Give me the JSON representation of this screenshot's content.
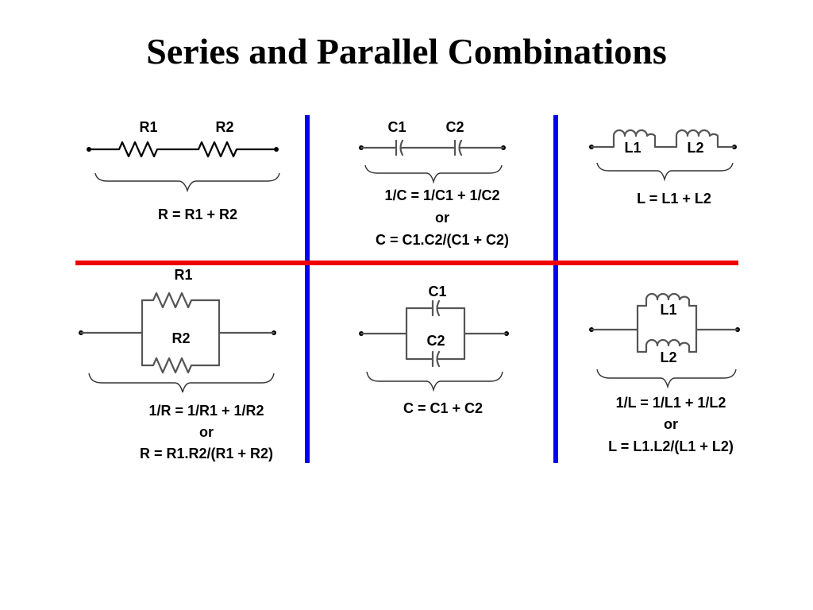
{
  "title": "Series and Parallel Combinations",
  "colors": {
    "divider_vertical": "#0000ee",
    "divider_horizontal": "#ee0000",
    "ink": "#000000"
  },
  "cells": {
    "series_resistor": {
      "labels": [
        "R1",
        "R2"
      ],
      "formula": [
        "R = R1 + R2"
      ]
    },
    "series_capacitor": {
      "labels": [
        "C1",
        "C2"
      ],
      "formula": [
        "1/C = 1/C1 + 1/C2",
        "or",
        "C = C1.C2/(C1 + C2)"
      ]
    },
    "series_inductor": {
      "labels": [
        "L1",
        "L2"
      ],
      "formula": [
        "L = L1 + L2"
      ]
    },
    "parallel_resistor": {
      "labels": [
        "R1",
        "R2"
      ],
      "formula": [
        "1/R = 1/R1 + 1/R2",
        "or",
        "R = R1.R2/(R1 + R2)"
      ]
    },
    "parallel_capacitor": {
      "labels": [
        "C1",
        "C2"
      ],
      "formula": [
        "C = C1 + C2"
      ]
    },
    "parallel_inductor": {
      "labels": [
        "L1",
        "L2"
      ],
      "formula": [
        "1/L = 1/L1 + 1/L2",
        "or",
        "L = L1.L2/(L1 + L2)"
      ]
    }
  }
}
